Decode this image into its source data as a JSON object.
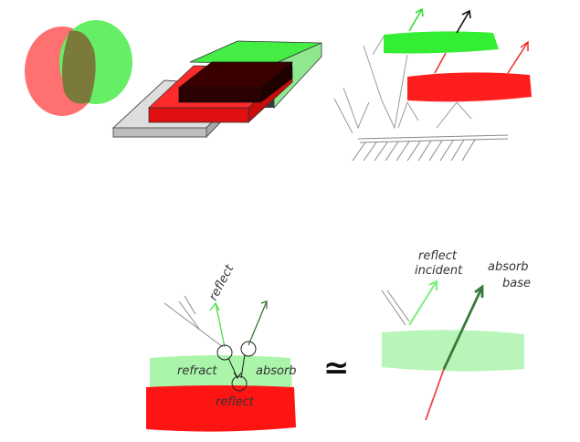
{
  "labels": {
    "reflect_vertical": "reflect",
    "refract": "refract",
    "absorb": "absorb",
    "reflect_bottom": "reflect",
    "approx": "≃",
    "reflect_incident_line1": "reflect",
    "reflect_incident_line2": "incident",
    "absorb_base_line1": "absorb",
    "absorb_base_line2": "base"
  },
  "colors": {
    "red": "#ff2020",
    "red_light": "#ff7070",
    "green": "#33ee33",
    "green_light": "#aaf5aa",
    "olive": "#7a7a3a",
    "dark_red": "#2d0000",
    "gray": "#d9d9d9",
    "ink": "#333333"
  }
}
